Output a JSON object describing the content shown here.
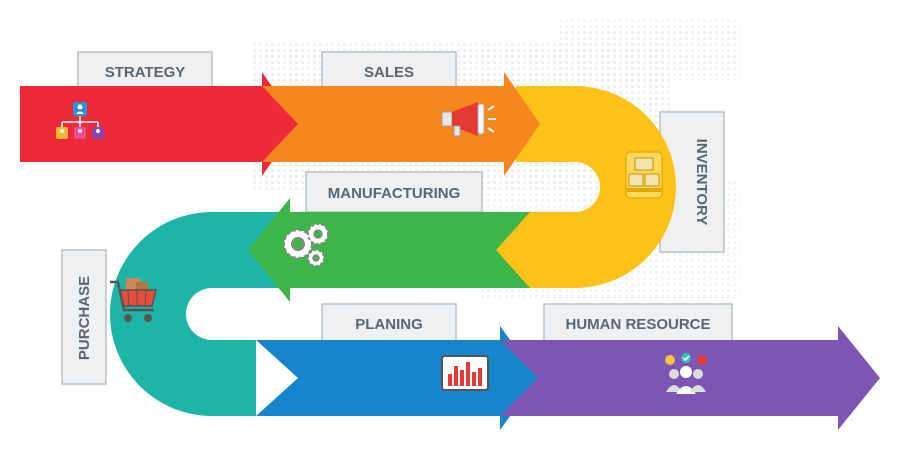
{
  "stages": [
    {
      "key": "strategy",
      "label": "STRATEGY",
      "color": "#ee2a3a",
      "icon": "org-chart-icon"
    },
    {
      "key": "sales",
      "label": "SALES",
      "color": "#f7871c",
      "icon": "megaphone-icon"
    },
    {
      "key": "inventory",
      "label": "INVENTORY",
      "color": "#fcc21a",
      "icon": "boxes-icon"
    },
    {
      "key": "manufacturing",
      "label": "MANUFACTURING",
      "color": "#3cb649",
      "icon": "gears-icon"
    },
    {
      "key": "purchase",
      "label": "PURCHASE",
      "color": "#1fb5a6",
      "icon": "shopping-cart-icon"
    },
    {
      "key": "planing",
      "label": "PLANING",
      "color": "#1785cc",
      "icon": "bar-chart-icon"
    },
    {
      "key": "human_resource",
      "label": "HUMAN RESOURCE",
      "color": "#7e55b4",
      "icon": "team-icon"
    }
  ],
  "label_box": {
    "fill": "#eef0f1",
    "stroke": "#b9c0c4",
    "text": "#5a6670"
  }
}
